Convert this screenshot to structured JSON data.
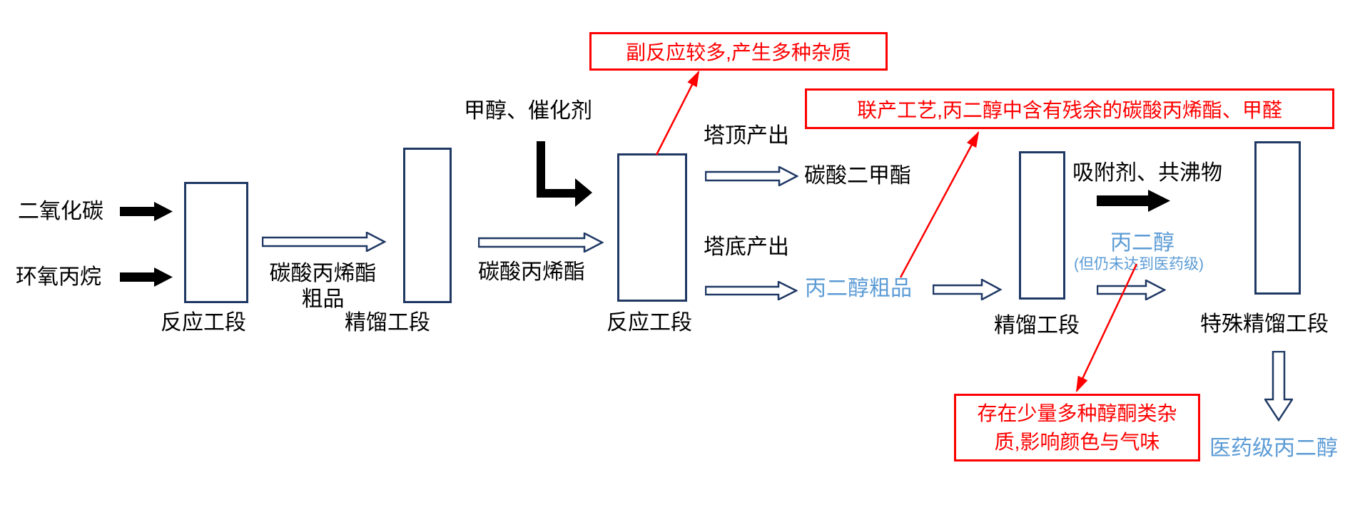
{
  "colors": {
    "box_border": "#1f3864",
    "arrow_outline": "#1f3864",
    "solid_arrow": "#000000",
    "annotation_red": "#ff0000",
    "product_blue": "#5b9bd5"
  },
  "diagram": {
    "inputs": {
      "co2": "二氧化碳",
      "propylene_oxide": "环氧丙烷",
      "methanol_catalyst": "甲醇、催化剂",
      "adsorbent_azeotrope": "吸附剂、共沸物"
    },
    "stages": [
      {
        "label": "反应工段"
      },
      {
        "label": "精馏工段"
      },
      {
        "label": "反应工段"
      },
      {
        "label": "精馏工段"
      },
      {
        "label": "特殊精馏工段"
      }
    ],
    "streams": {
      "pc_crude_line1": "碳酸丙烯酯",
      "pc_crude_line2": "粗品",
      "propylene_carbonate": "碳酸丙烯酯",
      "tower_top_output": "塔顶产出",
      "dimethyl_carbonate": "碳酸二甲酯",
      "tower_bottom_output": "塔底产出",
      "pg_crude": "丙二醇粗品",
      "pg": "丙二醇",
      "pg_note": "(但仍未达到医药级)",
      "pg_pharma": "医药级丙二醇"
    },
    "annotations": {
      "side_reactions": "副反应较多,产生多种杂质",
      "coproduction": "联产工艺,丙二醇中含有残余的碳酸丙烯酯、甲醛",
      "impurities_line1": "存在少量多种醇酮类杂",
      "impurities_line2": "质,影响颜色与气味"
    }
  }
}
